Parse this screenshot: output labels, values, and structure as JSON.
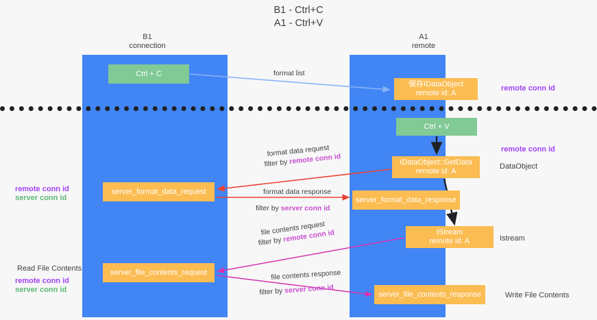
{
  "title": "B1 - Ctrl+C\nA1 - Ctrl+V",
  "columns": {
    "left": {
      "name": "B1",
      "role": "connection",
      "header": "B1\nconnection"
    },
    "right": {
      "name": "A1",
      "role": "remote",
      "header": "A1\nremote"
    }
  },
  "colors": {
    "lane": "#4285f4",
    "green_box": "#81c995",
    "orange_box": "#fbbc52",
    "divider": "#202124",
    "purple_text": "#a142f4",
    "green_text": "#5bb974",
    "magenta_text": "#c850d0",
    "arrow_blue": "#8ab4f8",
    "arrow_red": "#ea4335",
    "arrow_magenta": "#d633b0",
    "arrow_black": "#202124",
    "background": "#f7f7f7",
    "text": "#3c4043"
  },
  "boxes": {
    "ctrl_c": "Ctrl + C",
    "ctrl_v": "Ctrl + V",
    "idataobject": "保存IDataObject\nremote id: A",
    "getdata": "IDataObject::GetData\nremote id: A",
    "istream": "IStream\nremote id: A",
    "server_format_data_request": "server_format_data_request",
    "server_format_data_response": "server_format_data_response",
    "server_file_contents_request": "server_file_contents_request",
    "server_file_contents_response": "server_file_contents_response"
  },
  "edges": [
    {
      "id": "format-list",
      "label": "format list",
      "filter": "",
      "filter_token": ""
    },
    {
      "id": "format-data-request",
      "label": "format data request",
      "filter": "filter by ",
      "filter_token": "remote conn id"
    },
    {
      "id": "format-data-response",
      "label": "format data response",
      "filter": "filter by ",
      "filter_token": "server conn id"
    },
    {
      "id": "file-contents-request",
      "label": "file contents request",
      "filter": "filter by ",
      "filter_token": "remote conn id"
    },
    {
      "id": "file-contents-response",
      "label": "file contents response",
      "filter": "filter by ",
      "filter_token": "server conn id"
    }
  ],
  "annotations": {
    "right_top_remote_conn_id": "remote conn id",
    "right_mid_remote_conn_id": "remote conn id",
    "right_dataobject": "DataObject",
    "right_istream": "Istream",
    "right_write_file_contents": "Write File Contents",
    "left_mid_remote_conn_id": "remote conn id",
    "left_mid_server_conn_id": "server conn id",
    "left_read_file_contents": "Read File Contents",
    "left_bottom_remote_conn_id": "remote conn id",
    "left_bottom_server_conn_id": "server conn id"
  }
}
